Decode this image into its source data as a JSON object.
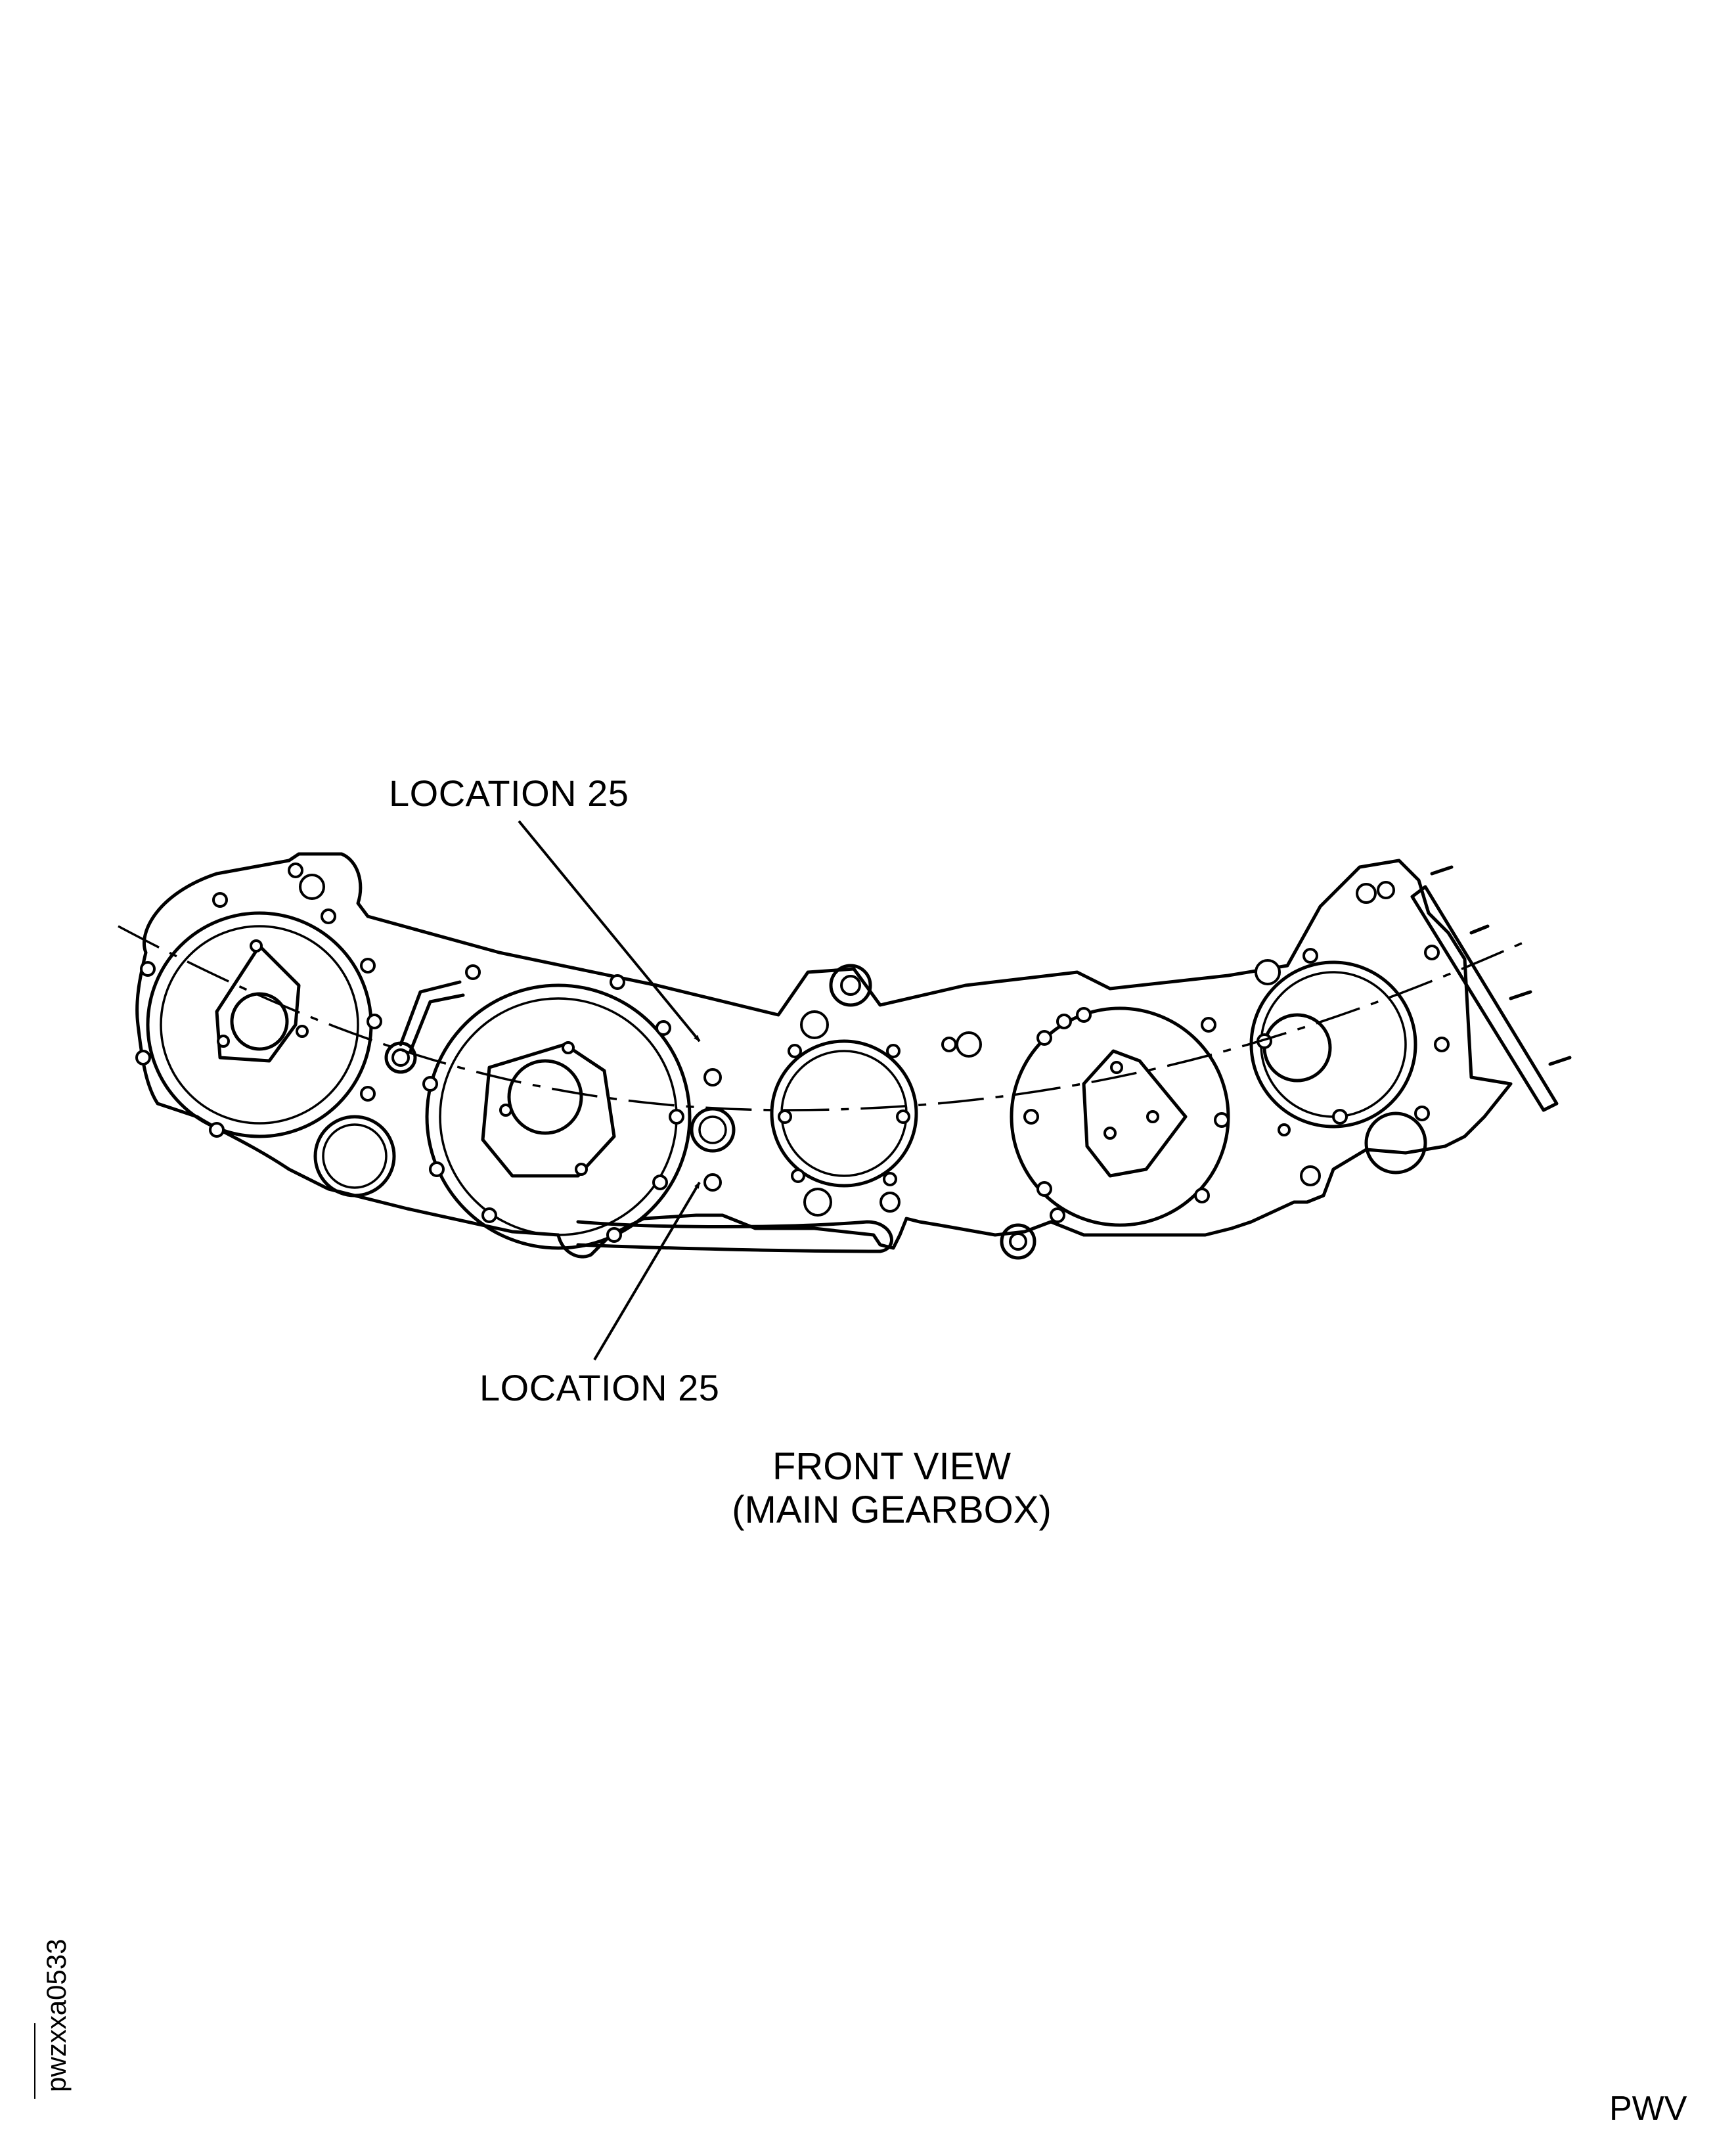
{
  "labels": {
    "upper_location": "LOCATION 25",
    "lower_location": "LOCATION 25"
  },
  "caption": {
    "line1": "FRONT VIEW",
    "line2": "(MAIN GEARBOX)"
  },
  "figure_id": "pwzxxa0533",
  "corner_mark": "PWV"
}
